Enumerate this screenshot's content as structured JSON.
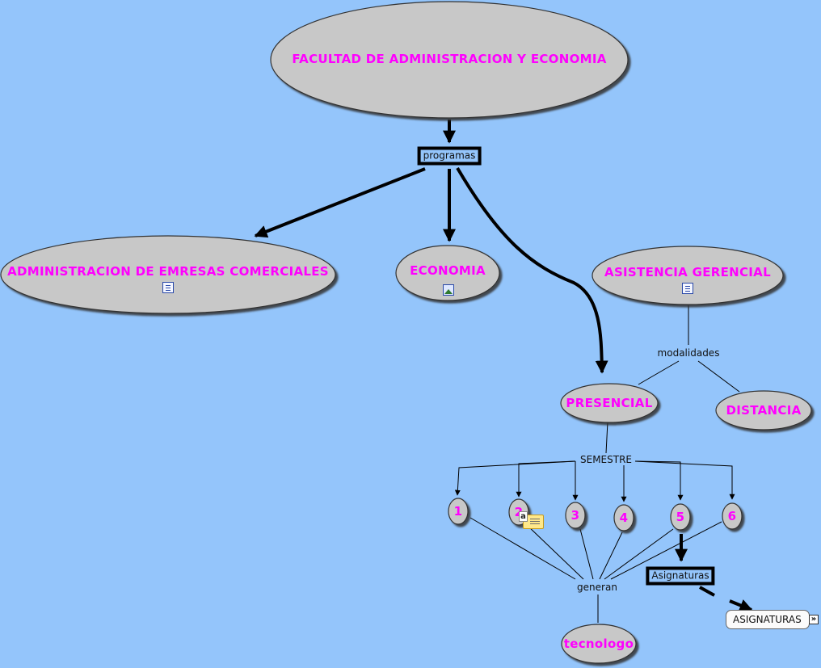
{
  "concepts": {
    "faculty": "FACULTAD DE ADMINISTRACION Y ECONOMIA",
    "admin": "ADMINISTRACION DE EMRESAS COMERCIALES",
    "economia": "ECONOMIA",
    "asistencia": "ASISTENCIA GERENCIAL",
    "presencial": "PRESENCIAL",
    "distancia": "DISTANCIA",
    "tecnologo": "tecnologo",
    "semesters": [
      "1",
      "2",
      "3",
      "4",
      "5",
      "6"
    ]
  },
  "linking_phrases": {
    "programas": "programas",
    "modalidades": "modalidades",
    "semestre": "SEMESTRE",
    "generan": "generan",
    "asignaturas": "Asignaturas"
  },
  "resource": {
    "label": "ASIGNATURAS",
    "icon": "expand-arrow-icon"
  },
  "icons": {
    "admin": "document-icon",
    "economia": "image-icon",
    "asistencia": "document-icon",
    "semester_2": "note-icon"
  },
  "colors": {
    "background": "#94c5fb",
    "concept_fill": "#c8c8c8",
    "concept_text": "#ff00ff",
    "line": "#000000"
  }
}
